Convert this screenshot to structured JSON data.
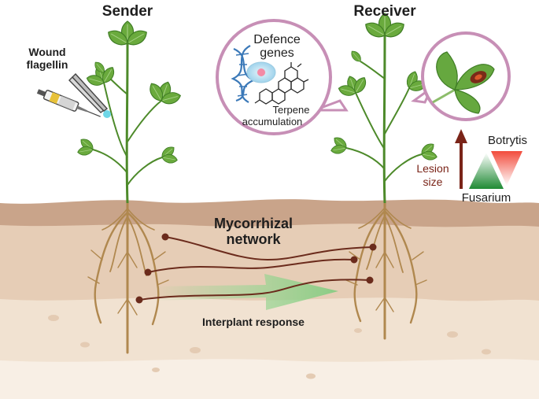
{
  "labels": {
    "sender": "Sender",
    "receiver": "Receiver",
    "wound_line1": "Wound",
    "wound_line2": "flagellin",
    "defence_line1": "Defence",
    "defence_line2": "genes",
    "terpene_line1": "Terpene",
    "terpene_line2": "accumulation",
    "mycorrhizal_line1": "Mycorrhizal",
    "mycorrhizal_line2": "network",
    "interplant": "Interplant response",
    "lesion_line1": "Lesion",
    "lesion_line2": "size",
    "botrytis": "Botrytis",
    "fusarium": "Fusarium"
  },
  "colors": {
    "soil_top": "#c9a48a",
    "soil_mid": "#e6cdb6",
    "soil_low": "#f1e2d1",
    "soil_bottom": "#f8efe5",
    "root": "#b0884f",
    "hypha": "#6b2b1c",
    "leaf": "#6aaa3d",
    "stem": "#4d8a2a",
    "bubble_ring": "#c78fb6",
    "arrow_green": "#8fd08a",
    "lesion_arrow": "#7a2418",
    "botrytis_red": "#f05a4a",
    "fusarium_green": "#2e9a3e"
  }
}
